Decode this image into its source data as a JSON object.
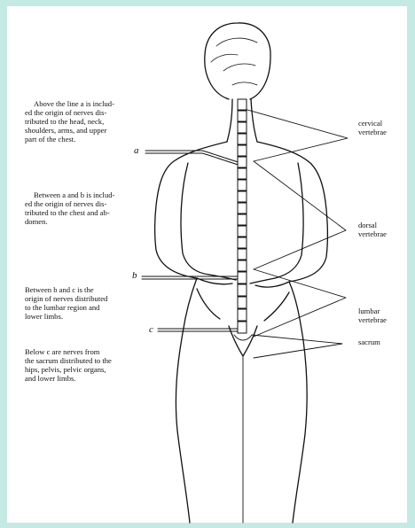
{
  "paragraphs": {
    "above_a": [
      "Above the line a is includ-",
      "ed the origin of nerves dis-",
      "tributed to the head, neck,",
      "shoulders, arms, and upper",
      "part of the chest."
    ],
    "between_a_b": [
      "Between a and b is includ-",
      "ed the origin of nerves dis-",
      "tributed to the chest and ab-",
      "domen."
    ],
    "between_b_c": [
      "Between b and c is the",
      "origin of nerves distributed",
      "to the lumbar region and",
      "lower limbs."
    ],
    "below_c": [
      "Below c are nerves from",
      "the sacrum distributed to the",
      "hips, pelvis, pelvic organs,",
      "and lower limbs."
    ]
  },
  "line_markers": {
    "a": "a",
    "b": "b",
    "c": "c"
  },
  "labels": {
    "cervical": [
      "cervical",
      "vertebrae"
    ],
    "dorsal": [
      "dorsal",
      "vertebrae"
    ],
    "lumbar": [
      "lumbar",
      "vertebrae"
    ],
    "sacrum": [
      "sacrum"
    ]
  },
  "colors": {
    "background": "#c5e9e3",
    "ink": "#111111",
    "paper": "#ffffff"
  }
}
